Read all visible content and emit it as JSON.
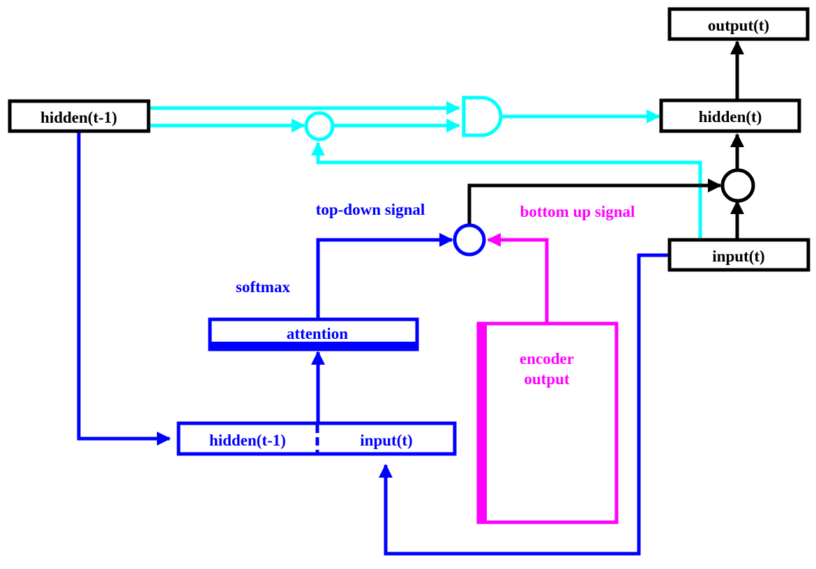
{
  "colors": {
    "black": "#000000",
    "blue": "#0000ff",
    "cyan": "#00ffff",
    "magenta": "#ff00ff"
  },
  "nodes": {
    "output_t": "output(t)",
    "hidden_t": "hidden(t)",
    "hidden_prev": "hidden(t-1)",
    "input_t": "input(t)",
    "attention": "attention",
    "concat_hidden_prev": "hidden(t-1)",
    "concat_input_t": "input(t)",
    "encoder_output_line1": "encoder",
    "encoder_output_line2": "output"
  },
  "labels": {
    "top_down_signal": "top-down signal",
    "bottom_up_signal": "bottom up signal",
    "softmax": "softmax"
  }
}
